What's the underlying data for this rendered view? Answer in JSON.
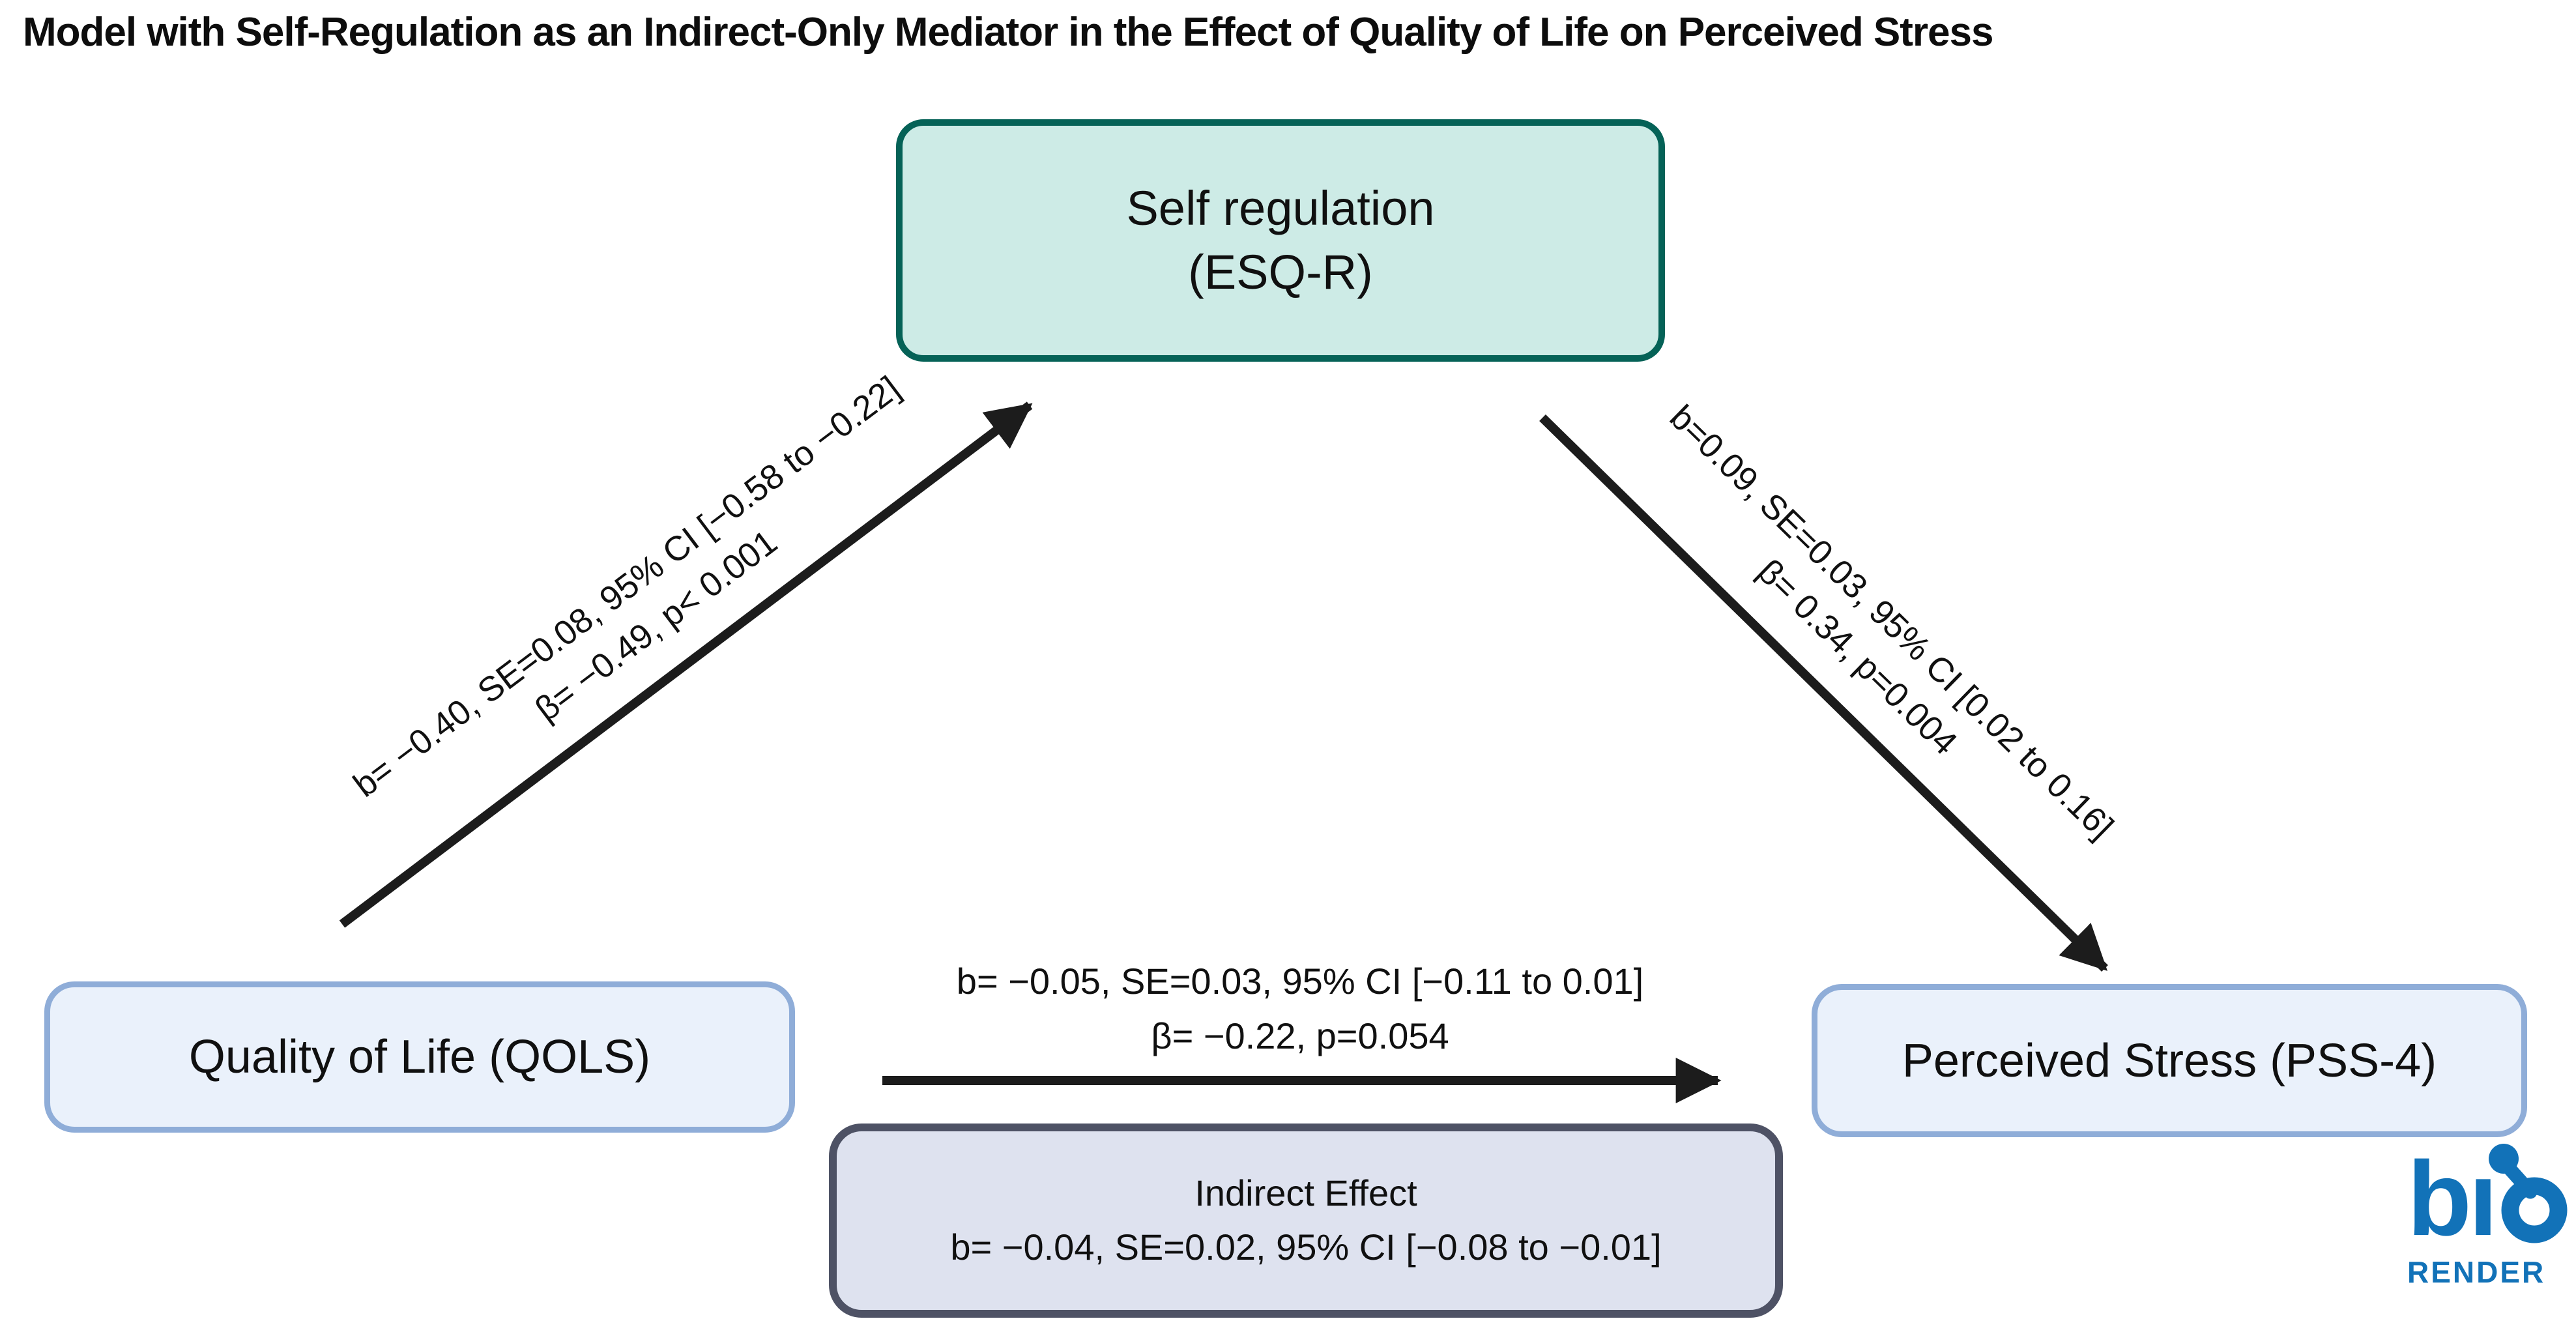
{
  "title": "Model with Self-Regulation as an Indirect-Only Mediator in the Effect of Quality of Life on Perceived Stress",
  "nodes": {
    "mediator": {
      "label_line1": "Self regulation",
      "label_line2": "(ESQ-R)"
    },
    "predictor": {
      "label": "Quality of Life (QOLS)"
    },
    "outcome": {
      "label": "Perceived Stress (PSS-4)"
    }
  },
  "edges": {
    "qol_to_mediator": {
      "line1": "b= −0.40, SE=0.08, 95% CI [−0.58 to −0.22]",
      "line2": "β= −0.49, p< 0.001"
    },
    "mediator_to_stress": {
      "line1": "b=0.09, SE=0.03, 95% CI [0.02 to 0.16]",
      "line2": "β= 0.34, p=0.004"
    },
    "qol_to_stress": {
      "line1": "b= −0.05, SE=0.03, 95% CI [−0.11 to 0.01]",
      "line2": "β= −0.22, p=0.054"
    }
  },
  "indirect_effect": {
    "title": "Indirect Effect",
    "stats": "b= −0.04, SE=0.02, 95% CI [−0.08 to −0.01]"
  },
  "logo": {
    "letter_b": "b",
    "letter_i": "ı",
    "wordmark_bottom": "RENDER"
  },
  "colors": {
    "background": "#ffffff",
    "ink": "#1c1c1c",
    "mediator_fill": "#cdebe6",
    "mediator_border": "#056257",
    "node_fill": "#eaf1fb",
    "node_border": "#8fadd8",
    "indirect_fill": "#dee2ef",
    "indirect_border": "#4e5265",
    "brand_blue": "#1272b8"
  }
}
